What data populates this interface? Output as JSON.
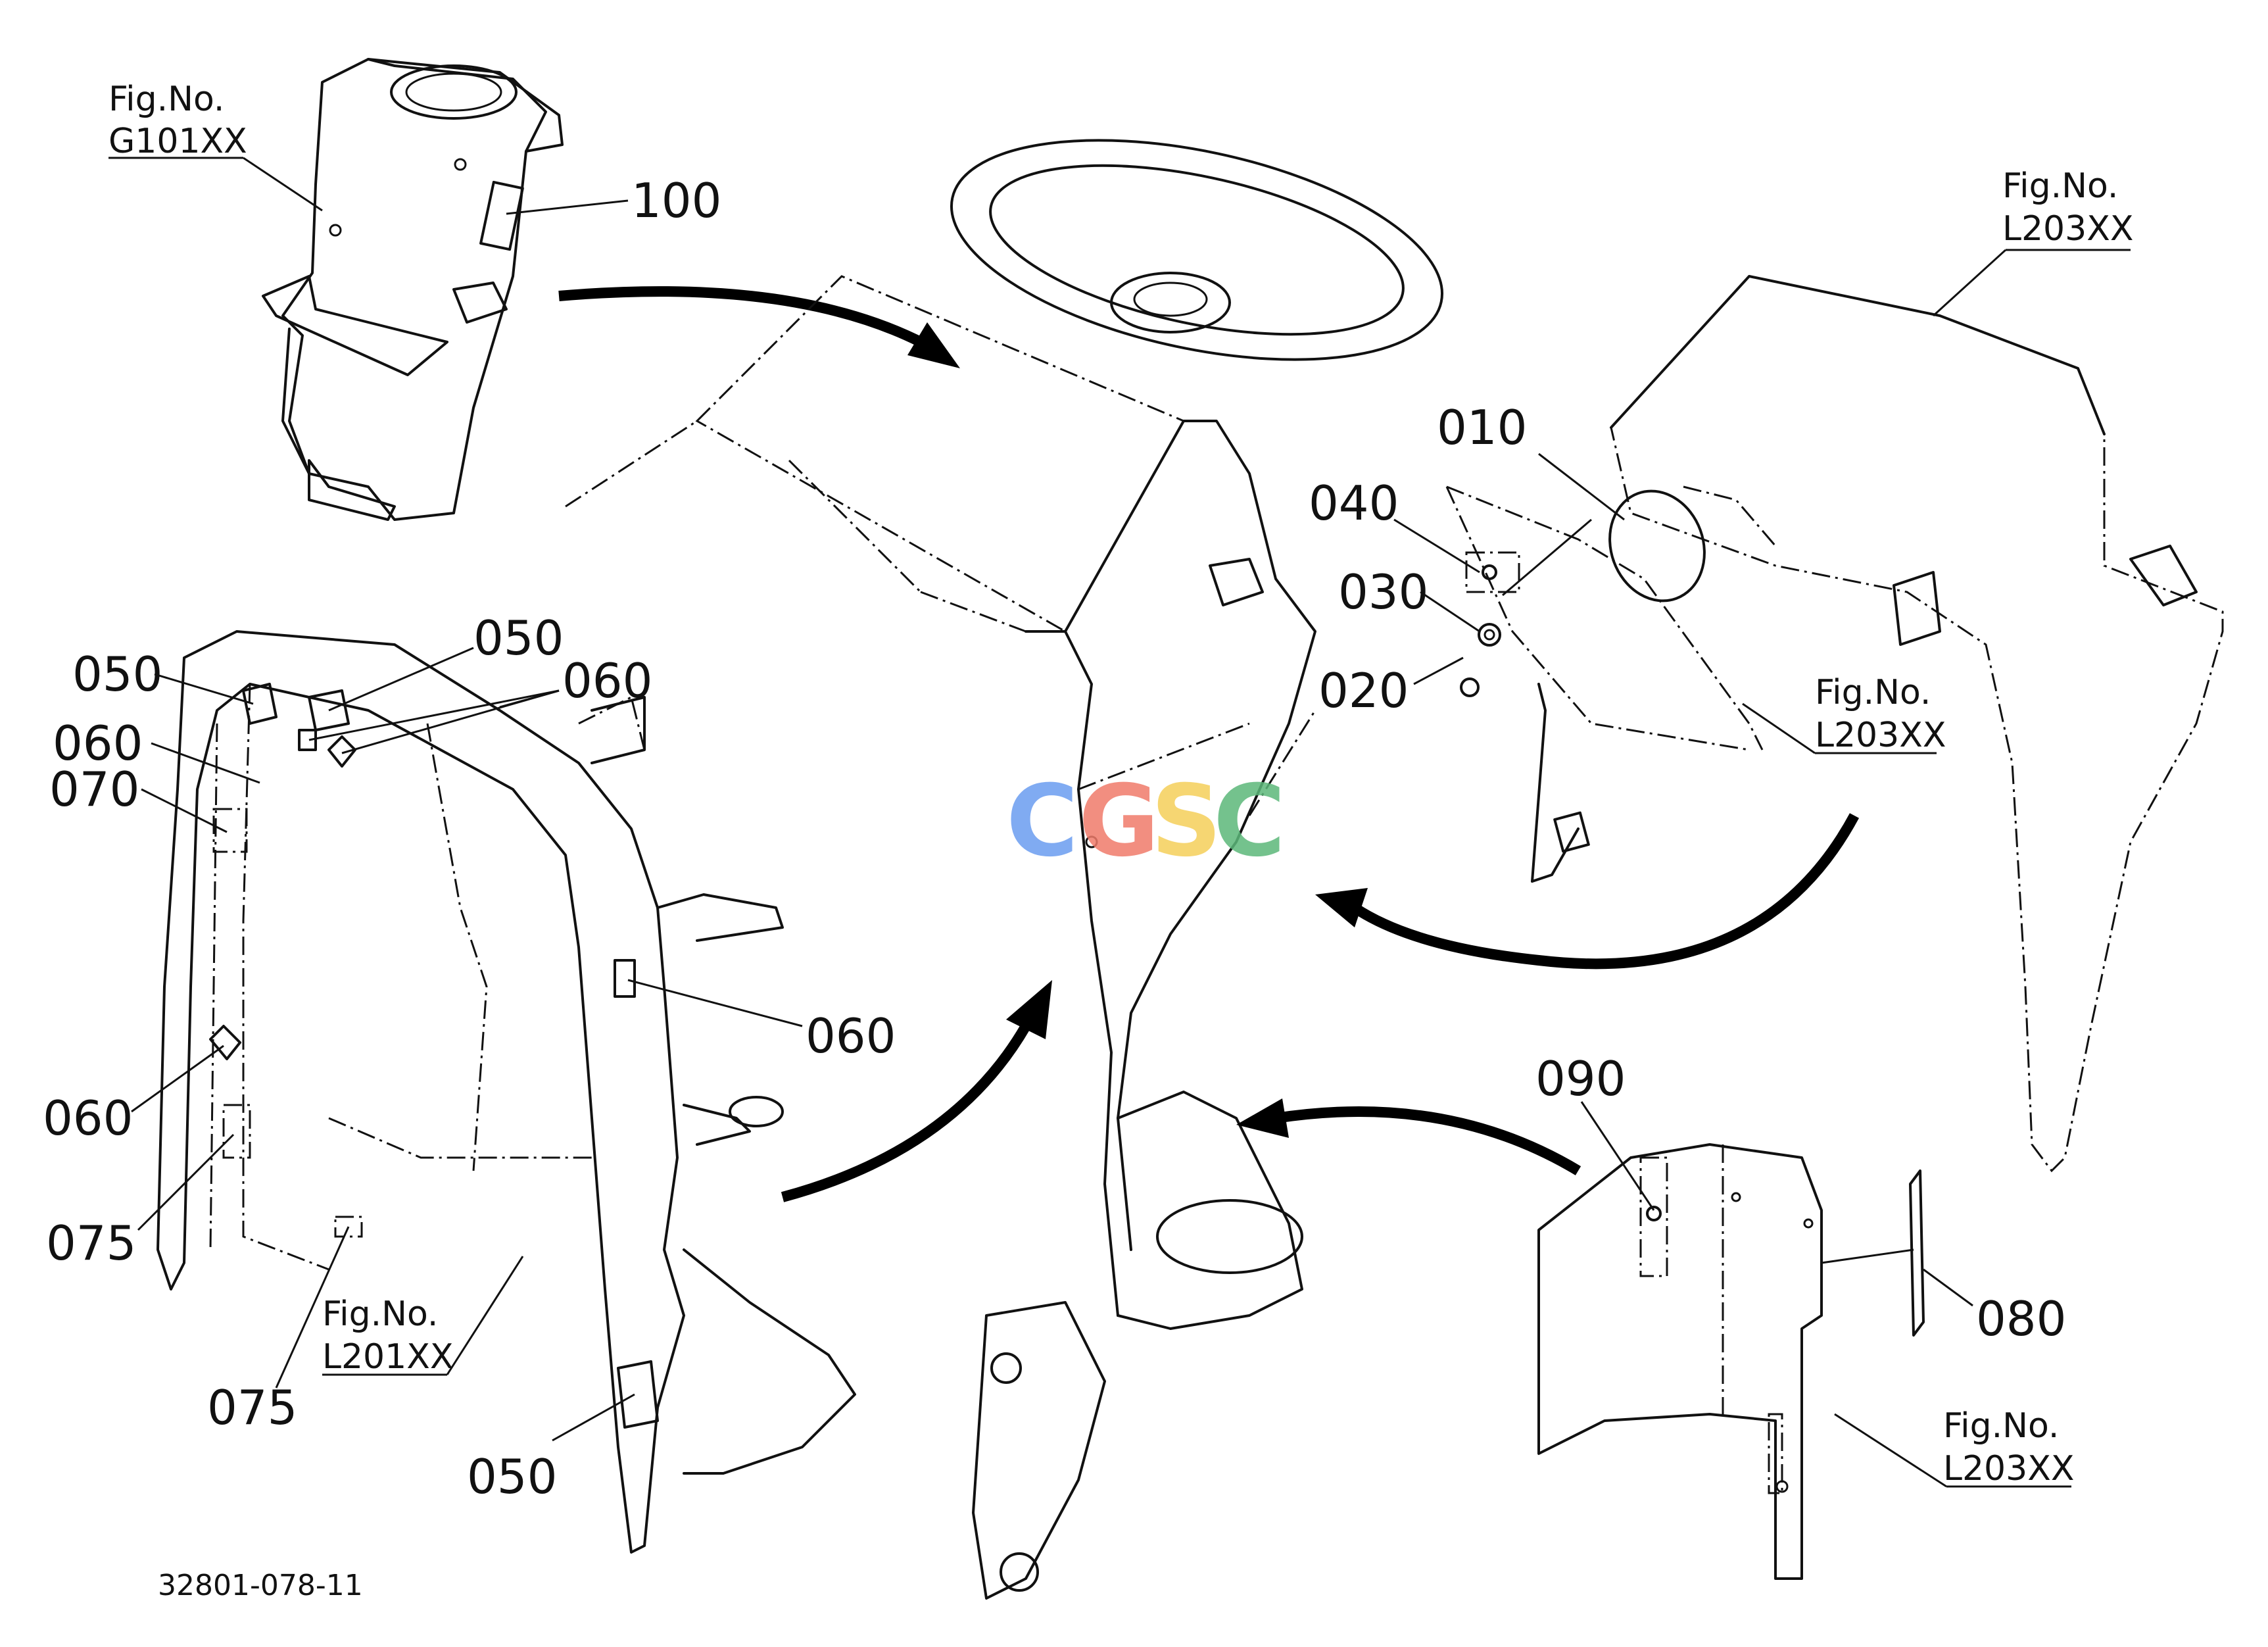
{
  "figure_refs": {
    "g101": {
      "line1": "Fig.No.",
      "line2": "G101XX"
    },
    "l203_top": {
      "line1": "Fig.No.",
      "line2": "L203XX"
    },
    "l203_mid": {
      "line1": "Fig.No.",
      "line2": "L203XX"
    },
    "l201": {
      "line1": "Fig.No.",
      "line2": "L201XX"
    },
    "l203_bottom": {
      "line1": "Fig.No.",
      "line2": "L203XX"
    }
  },
  "parts": {
    "p100": "100",
    "p010": "010",
    "p040": "040",
    "p030": "030",
    "p020": "020",
    "p050_a": "050",
    "p050_b": "050",
    "p060_a": "060",
    "p060_b": "060",
    "p070": "070",
    "p060_c": "060",
    "p060_d": "060",
    "p075_a": "075",
    "p075_b": "075",
    "p050_c": "050",
    "p090": "090",
    "p080": "080"
  },
  "watermark": {
    "c1": "C",
    "g": "G",
    "s": "S",
    "c2": "C",
    "colors": {
      "c1": "#6b9df0",
      "g": "#f07b6b",
      "s": "#f5cf5a",
      "c2": "#5cb87a"
    }
  },
  "doc_number": "32801-078-11"
}
